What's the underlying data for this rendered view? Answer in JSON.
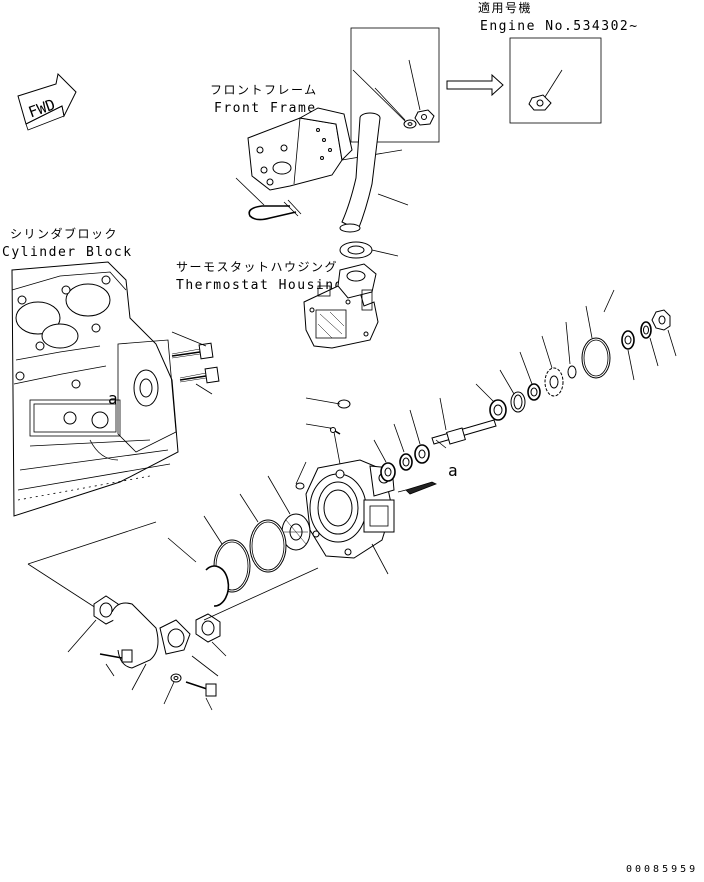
{
  "applicability": {
    "label_jp": "適用号機",
    "label_en": "Engine No.534302~"
  },
  "fwd_marker": {
    "text": "FWD",
    "icon": "fwd-arrow-icon"
  },
  "labels": {
    "front_frame_jp": "フロントフレーム",
    "front_frame_en": "Front Frame",
    "cylinder_block_jp": "シリンダブロック",
    "cylinder_block_en": "Cylinder Block",
    "thermostat_jp": "サーモスタットハウジング",
    "thermostat_en": "Thermostat Housing",
    "ref_a1": "a",
    "ref_a2": "a"
  },
  "document_number": "00085959"
}
